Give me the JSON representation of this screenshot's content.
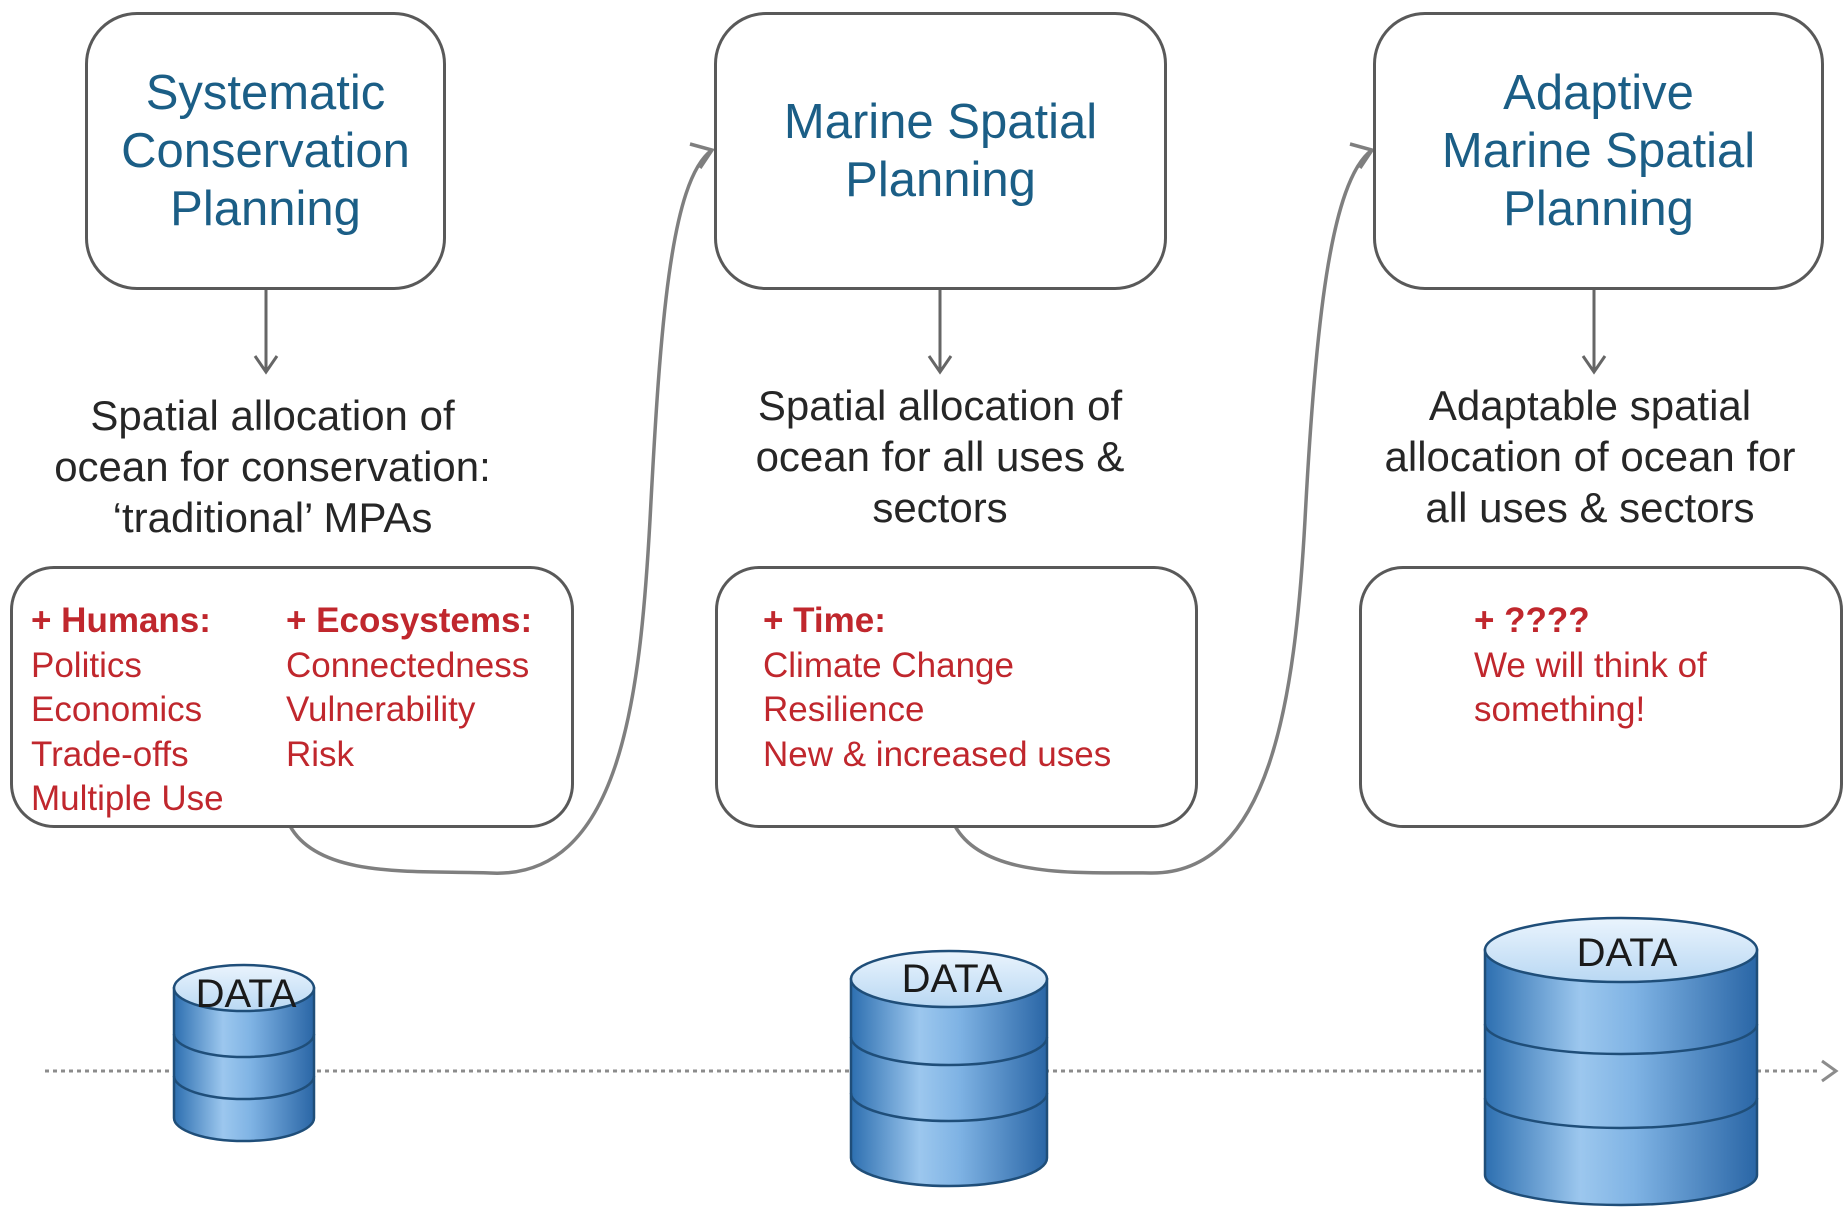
{
  "stages": [
    {
      "title_lines": [
        "Systematic",
        "Conservation",
        "Planning"
      ],
      "description_lines": [
        "Spatial allocation of",
        "ocean for conservation:",
        "‘traditional’ MPAs"
      ],
      "factor_groups": [
        {
          "heading": "+ Humans:",
          "items": [
            "Politics",
            "Economics",
            "Trade-offs",
            "Multiple Use"
          ]
        },
        {
          "heading": "+ Ecosystems:",
          "items": [
            "Connectedness",
            "Vulnerability",
            "Risk"
          ]
        }
      ],
      "data_label": "DATA"
    },
    {
      "title_lines": [
        "Marine Spatial",
        "Planning"
      ],
      "description_lines": [
        "Spatial allocation of",
        "ocean for all uses &",
        "sectors"
      ],
      "factor_groups": [
        {
          "heading": "+ Time:",
          "items": [
            "Climate Change",
            "Resilience",
            "New & increased uses"
          ]
        }
      ],
      "data_label": "DATA"
    },
    {
      "title_lines": [
        "Adaptive",
        "Marine Spatial",
        "Planning"
      ],
      "description_lines": [
        "Adaptable spatial",
        "allocation of ocean for",
        "all uses & sectors"
      ],
      "factor_groups": [
        {
          "heading": "+ ????",
          "items": [
            "We will think of",
            "something!"
          ]
        }
      ],
      "data_label": "DATA"
    }
  ],
  "colors": {
    "title_text": "#1b5e86",
    "factor_text": "#c0272d",
    "box_border": "#595959",
    "connector": "#7f7f7f",
    "timeline": "#8c8c8c",
    "database_fill": "#5b9bd5"
  }
}
